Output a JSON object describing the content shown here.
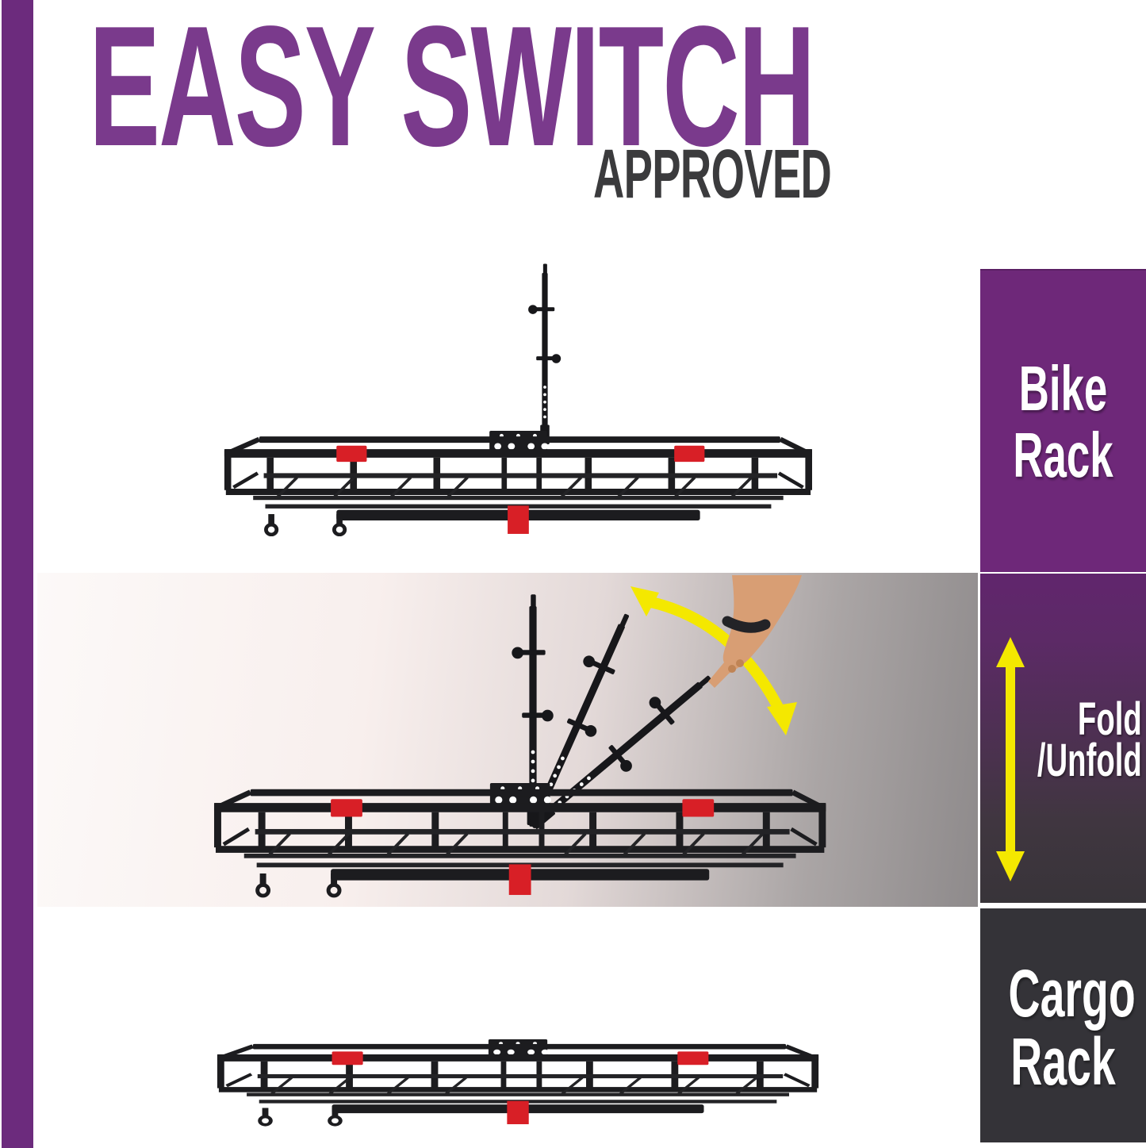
{
  "header": {
    "title": "EASY SWITCH",
    "subtitle": "APPROVED"
  },
  "side_labels": {
    "bike": {
      "line1": "Bike",
      "line2": "Rack"
    },
    "fold": {
      "line1": "Fold",
      "line2": "/Unfold"
    },
    "cargo": {
      "line1": "Cargo",
      "line2": "Rack"
    }
  },
  "colors": {
    "accent_bar_purple": "#6c2b7d",
    "title_purple": "#7a3a8c",
    "approved_gray": "#3b3b3d",
    "bike_panel_purple": "#6e2879",
    "fold_panel_gradient_top": "#61256d",
    "fold_panel_gradient_bottom": "#383439",
    "cargo_panel_dark": "#343338",
    "arrow_yellow": "#f4e800",
    "strap_red": "#d81f26",
    "rack_black": "#1c1c1f",
    "skin_tone": "#d89e74"
  },
  "illustrations": {
    "top": "hitch-basket-with-bike-mast",
    "middle": "hand-folding-mast-demo",
    "bottom": "flat-cargo-basket",
    "icons": [
      "pointing-hand-icon",
      "fold-arc-arrow-icon",
      "fold-unfold-double-arrow-icon",
      "cargo-basket-icon",
      "bike-mast-icon"
    ]
  }
}
